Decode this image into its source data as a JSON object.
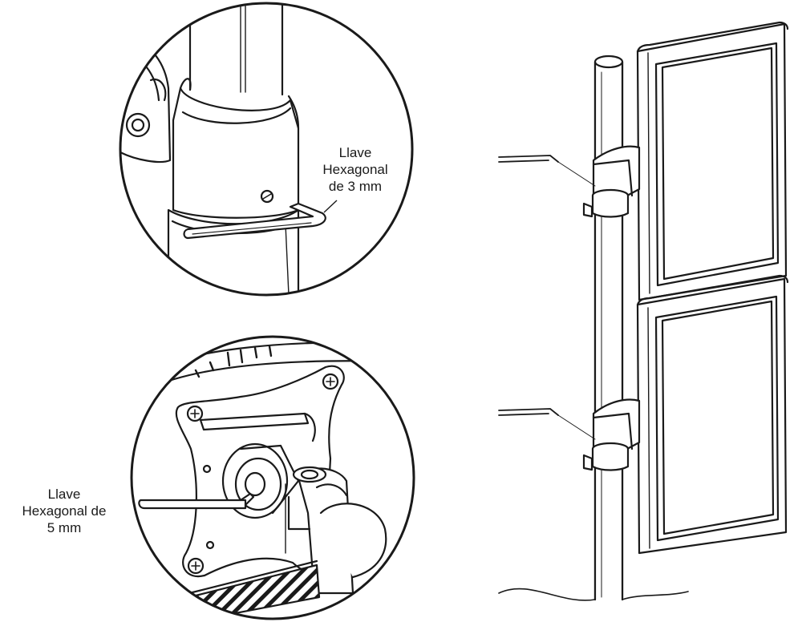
{
  "callouts": {
    "top": {
      "lines": [
        "Llave",
        "Hexagonal",
        "de 3 mm"
      ]
    },
    "bottom": {
      "lines": [
        "Llave",
        "Hexagonal de",
        "5 mm"
      ]
    }
  },
  "colors": {
    "line": "#1a1a1a",
    "fill": "#ffffff",
    "shade": "#e9e9e9"
  }
}
